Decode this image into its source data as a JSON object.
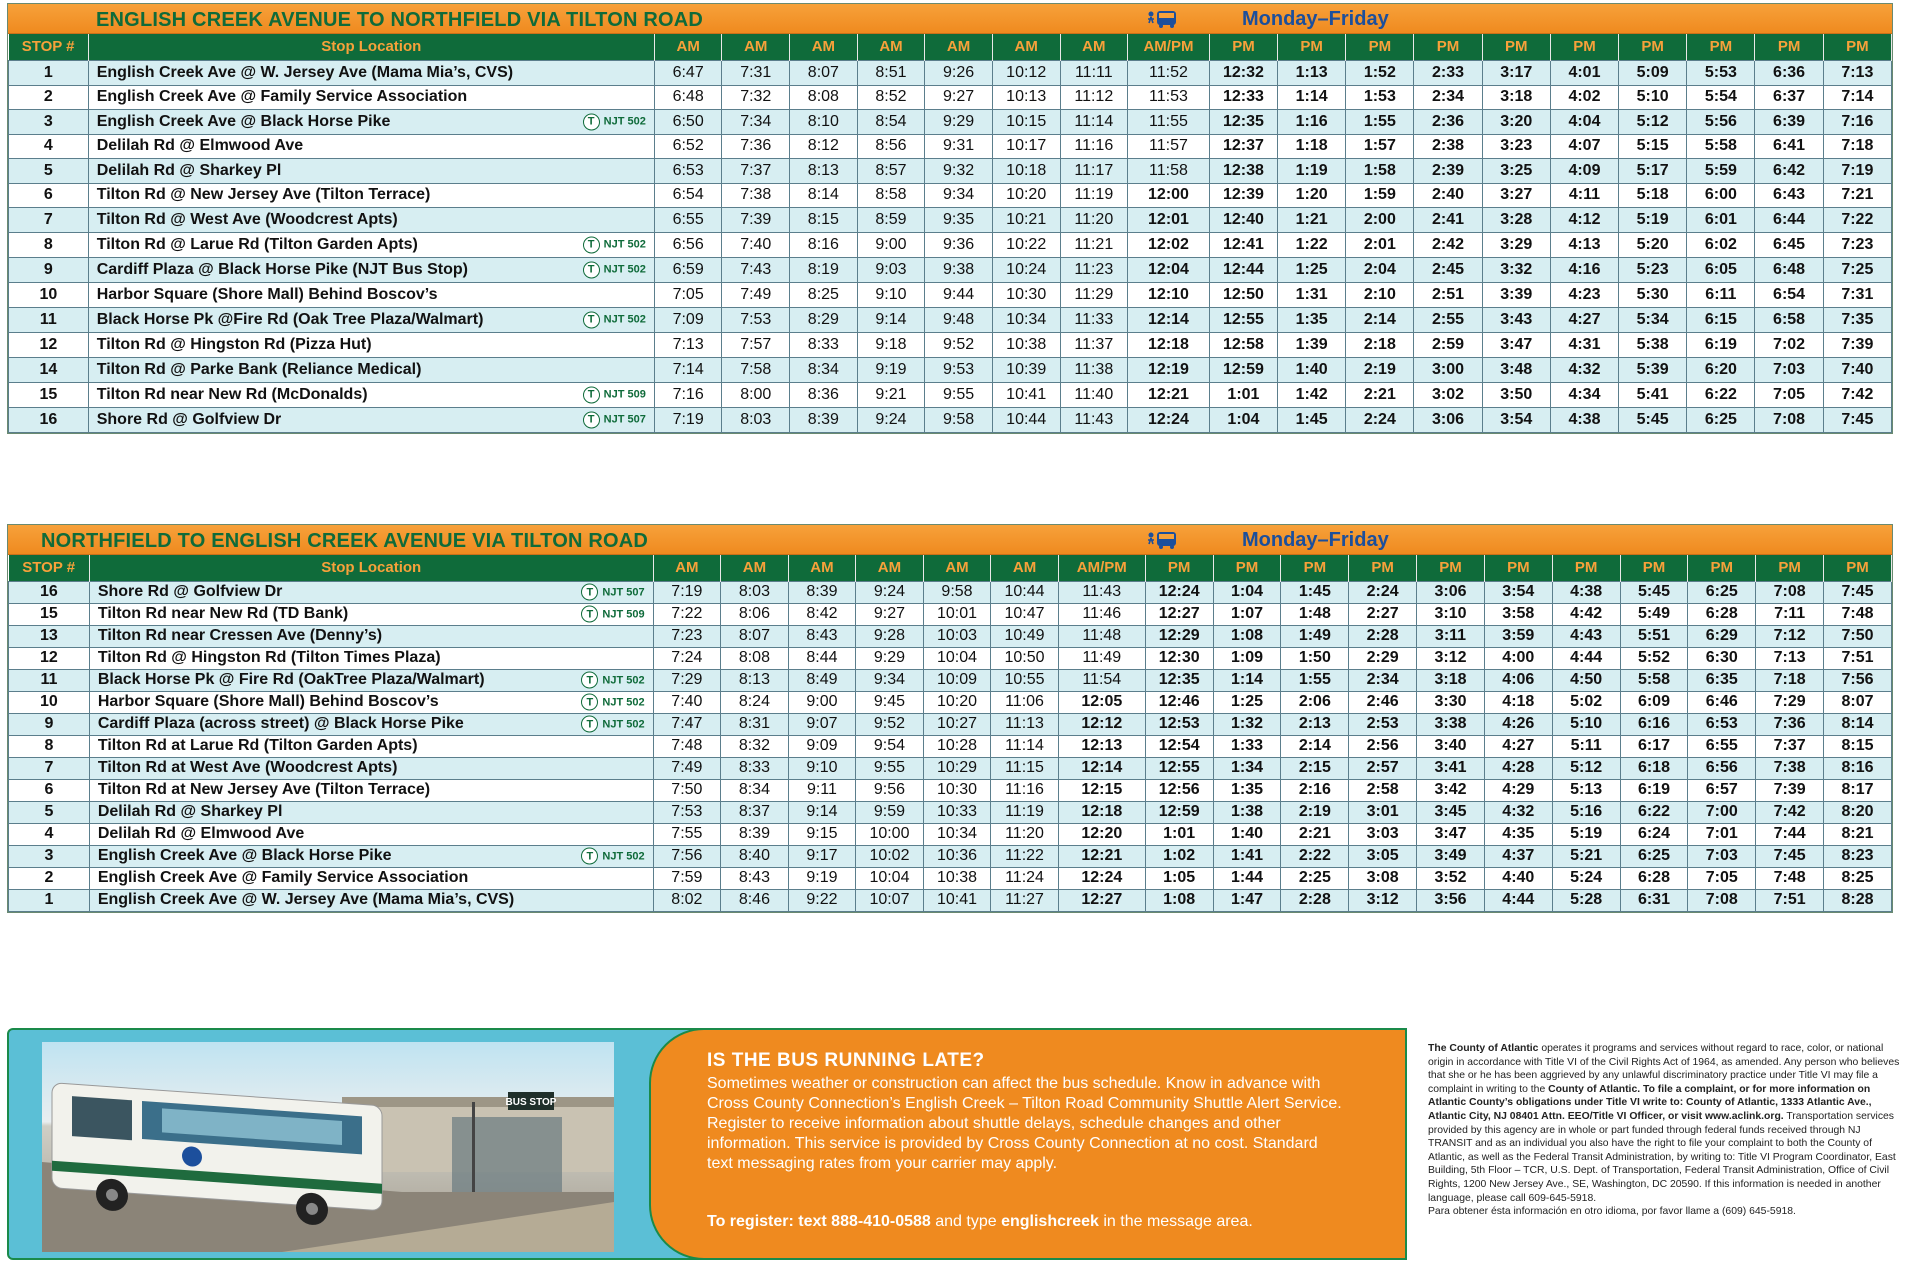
{
  "colors": {
    "orange": "#ef8a1f",
    "green": "#0f6b3a",
    "blue": "#1c4f9c",
    "row_alt": "#d7eef2"
  },
  "schedules": [
    {
      "title": "ENGLISH CREEK AVENUE TO NORTHFIELD VIA TILTON ROAD",
      "days": "Monday–Friday",
      "col_stop": "STOP #",
      "col_loc": "Stop Location",
      "headers": [
        "AM",
        "AM",
        "AM",
        "AM",
        "AM",
        "AM",
        "AM",
        "AM/PM",
        "PM",
        "PM",
        "PM",
        "PM",
        "PM",
        "PM",
        "PM",
        "PM",
        "PM",
        "PM"
      ],
      "rows": [
        {
          "stop": "1",
          "loc": "English Creek Ave @ W. Jersey Ave (Mama Mia’s, CVS)",
          "badge": "",
          "times": [
            "6:47",
            "7:31",
            "8:07",
            "8:51",
            "9:26",
            "10:12",
            "11:11",
            "11:52",
            "12:32",
            "1:13",
            "1:52",
            "2:33",
            "3:17",
            "4:01",
            "5:09",
            "5:53",
            "6:36",
            "7:13"
          ]
        },
        {
          "stop": "2",
          "loc": "English Creek Ave @ Family Service Association",
          "badge": "",
          "times": [
            "6:48",
            "7:32",
            "8:08",
            "8:52",
            "9:27",
            "10:13",
            "11:12",
            "11:53",
            "12:33",
            "1:14",
            "1:53",
            "2:34",
            "3:18",
            "4:02",
            "5:10",
            "5:54",
            "6:37",
            "7:14"
          ]
        },
        {
          "stop": "3",
          "loc": "English Creek Ave @ Black Horse Pike",
          "badge": "NJT 502",
          "times": [
            "6:50",
            "7:34",
            "8:10",
            "8:54",
            "9:29",
            "10:15",
            "11:14",
            "11:55",
            "12:35",
            "1:16",
            "1:55",
            "2:36",
            "3:20",
            "4:04",
            "5:12",
            "5:56",
            "6:39",
            "7:16"
          ]
        },
        {
          "stop": "4",
          "loc": "Delilah Rd @ Elmwood Ave",
          "badge": "",
          "times": [
            "6:52",
            "7:36",
            "8:12",
            "8:56",
            "9:31",
            "10:17",
            "11:16",
            "11:57",
            "12:37",
            "1:18",
            "1:57",
            "2:38",
            "3:23",
            "4:07",
            "5:15",
            "5:58",
            "6:41",
            "7:18"
          ]
        },
        {
          "stop": "5",
          "loc": "Delilah Rd @ Sharkey Pl",
          "badge": "",
          "times": [
            "6:53",
            "7:37",
            "8:13",
            "8:57",
            "9:32",
            "10:18",
            "11:17",
            "11:58",
            "12:38",
            "1:19",
            "1:58",
            "2:39",
            "3:25",
            "4:09",
            "5:17",
            "5:59",
            "6:42",
            "7:19"
          ]
        },
        {
          "stop": "6",
          "loc": "Tilton Rd @ New Jersey Ave (Tilton Terrace)",
          "badge": "",
          "times": [
            "6:54",
            "7:38",
            "8:14",
            "8:58",
            "9:34",
            "10:20",
            "11:19",
            "12:00",
            "12:39",
            "1:20",
            "1:59",
            "2:40",
            "3:27",
            "4:11",
            "5:18",
            "6:00",
            "6:43",
            "7:21"
          ]
        },
        {
          "stop": "7",
          "loc": "Tilton Rd @ West Ave (Woodcrest Apts)",
          "badge": "",
          "times": [
            "6:55",
            "7:39",
            "8:15",
            "8:59",
            "9:35",
            "10:21",
            "11:20",
            "12:01",
            "12:40",
            "1:21",
            "2:00",
            "2:41",
            "3:28",
            "4:12",
            "5:19",
            "6:01",
            "6:44",
            "7:22"
          ]
        },
        {
          "stop": "8",
          "loc": "Tilton Rd @ Larue Rd (Tilton Garden Apts)",
          "badge": "NJT 502",
          "times": [
            "6:56",
            "7:40",
            "8:16",
            "9:00",
            "9:36",
            "10:22",
            "11:21",
            "12:02",
            "12:41",
            "1:22",
            "2:01",
            "2:42",
            "3:29",
            "4:13",
            "5:20",
            "6:02",
            "6:45",
            "7:23"
          ]
        },
        {
          "stop": "9",
          "loc": "Cardiff Plaza @ Black Horse Pike (NJT Bus Stop)",
          "badge": "NJT 502",
          "times": [
            "6:59",
            "7:43",
            "8:19",
            "9:03",
            "9:38",
            "10:24",
            "11:23",
            "12:04",
            "12:44",
            "1:25",
            "2:04",
            "2:45",
            "3:32",
            "4:16",
            "5:23",
            "6:05",
            "6:48",
            "7:25"
          ]
        },
        {
          "stop": "10",
          "loc": "Harbor Square (Shore Mall) Behind Boscov’s",
          "badge": "",
          "times": [
            "7:05",
            "7:49",
            "8:25",
            "9:10",
            "9:44",
            "10:30",
            "11:29",
            "12:10",
            "12:50",
            "1:31",
            "2:10",
            "2:51",
            "3:39",
            "4:23",
            "5:30",
            "6:11",
            "6:54",
            "7:31"
          ]
        },
        {
          "stop": "11",
          "loc": "Black Horse Pk @Fire Rd (Oak Tree Plaza/Walmart)",
          "badge": "NJT 502",
          "times": [
            "7:09",
            "7:53",
            "8:29",
            "9:14",
            "9:48",
            "10:34",
            "11:33",
            "12:14",
            "12:55",
            "1:35",
            "2:14",
            "2:55",
            "3:43",
            "4:27",
            "5:34",
            "6:15",
            "6:58",
            "7:35"
          ]
        },
        {
          "stop": "12",
          "loc": "Tilton Rd @ Hingston Rd (Pizza Hut)",
          "badge": "",
          "times": [
            "7:13",
            "7:57",
            "8:33",
            "9:18",
            "9:52",
            "10:38",
            "11:37",
            "12:18",
            "12:58",
            "1:39",
            "2:18",
            "2:59",
            "3:47",
            "4:31",
            "5:38",
            "6:19",
            "7:02",
            "7:39"
          ]
        },
        {
          "stop": "14",
          "loc": "Tilton Rd @ Parke Bank (Reliance Medical)",
          "badge": "",
          "times": [
            "7:14",
            "7:58",
            "8:34",
            "9:19",
            "9:53",
            "10:39",
            "11:38",
            "12:19",
            "12:59",
            "1:40",
            "2:19",
            "3:00",
            "3:48",
            "4:32",
            "5:39",
            "6:20",
            "7:03",
            "7:40"
          ]
        },
        {
          "stop": "15",
          "loc": "Tilton Rd near New Rd (McDonalds)",
          "badge": "NJT 509",
          "times": [
            "7:16",
            "8:00",
            "8:36",
            "9:21",
            "9:55",
            "10:41",
            "11:40",
            "12:21",
            "1:01",
            "1:42",
            "2:21",
            "3:02",
            "3:50",
            "4:34",
            "5:41",
            "6:22",
            "7:05",
            "7:42"
          ]
        },
        {
          "stop": "16",
          "loc": "Shore Rd @ Golfview Dr",
          "badge": "NJT 507",
          "times": [
            "7:19",
            "8:03",
            "8:39",
            "9:24",
            "9:58",
            "10:44",
            "11:43",
            "12:24",
            "1:04",
            "1:45",
            "2:24",
            "3:06",
            "3:54",
            "4:38",
            "5:45",
            "6:25",
            "7:08",
            "7:45"
          ]
        }
      ]
    },
    {
      "title": "NORTHFIELD TO ENGLISH CREEK AVENUE VIA TILTON ROAD",
      "days": "Monday–Friday",
      "col_stop": "STOP #",
      "col_loc": "Stop Location",
      "headers": [
        "AM",
        "AM",
        "AM",
        "AM",
        "AM",
        "AM",
        "AM/PM",
        "PM",
        "PM",
        "PM",
        "PM",
        "PM",
        "PM",
        "PM",
        "PM",
        "PM",
        "PM",
        "PM"
      ],
      "rows": [
        {
          "stop": "16",
          "loc": "Shore Rd @ Golfview Dr",
          "badge": "NJT 507",
          "times": [
            "7:19",
            "8:03",
            "8:39",
            "9:24",
            "9:58",
            "10:44",
            "11:43",
            "12:24",
            "1:04",
            "1:45",
            "2:24",
            "3:06",
            "3:54",
            "4:38",
            "5:45",
            "6:25",
            "7:08",
            "7:45"
          ]
        },
        {
          "stop": "15",
          "loc": "Tilton Rd near New Rd (TD Bank)",
          "badge": "NJT 509",
          "times": [
            "7:22",
            "8:06",
            "8:42",
            "9:27",
            "10:01",
            "10:47",
            "11:46",
            "12:27",
            "1:07",
            "1:48",
            "2:27",
            "3:10",
            "3:58",
            "4:42",
            "5:49",
            "6:28",
            "7:11",
            "7:48"
          ]
        },
        {
          "stop": "13",
          "loc": "Tilton Rd near Cressen Ave (Denny’s)",
          "badge": "",
          "times": [
            "7:23",
            "8:07",
            "8:43",
            "9:28",
            "10:03",
            "10:49",
            "11:48",
            "12:29",
            "1:08",
            "1:49",
            "2:28",
            "3:11",
            "3:59",
            "4:43",
            "5:51",
            "6:29",
            "7:12",
            "7:50"
          ]
        },
        {
          "stop": "12",
          "loc": "Tilton Rd @ Hingston Rd (Tilton Times Plaza)",
          "badge": "",
          "times": [
            "7:24",
            "8:08",
            "8:44",
            "9:29",
            "10:04",
            "10:50",
            "11:49",
            "12:30",
            "1:09",
            "1:50",
            "2:29",
            "3:12",
            "4:00",
            "4:44",
            "5:52",
            "6:30",
            "7:13",
            "7:51"
          ]
        },
        {
          "stop": "11",
          "loc": "Black Horse Pk @ Fire Rd (OakTree Plaza/Walmart)",
          "badge": "NJT 502",
          "times": [
            "7:29",
            "8:13",
            "8:49",
            "9:34",
            "10:09",
            "10:55",
            "11:54",
            "12:35",
            "1:14",
            "1:55",
            "2:34",
            "3:18",
            "4:06",
            "4:50",
            "5:58",
            "6:35",
            "7:18",
            "7:56"
          ]
        },
        {
          "stop": "10",
          "loc": "Harbor Square (Shore Mall) Behind Boscov’s",
          "badge": "NJT 502",
          "times": [
            "7:40",
            "8:24",
            "9:00",
            "9:45",
            "10:20",
            "11:06",
            "12:05",
            "12:46",
            "1:25",
            "2:06",
            "2:46",
            "3:30",
            "4:18",
            "5:02",
            "6:09",
            "6:46",
            "7:29",
            "8:07"
          ]
        },
        {
          "stop": "9",
          "loc": "Cardiff Plaza (across street) @ Black Horse Pike",
          "badge": "NJT 502",
          "times": [
            "7:47",
            "8:31",
            "9:07",
            "9:52",
            "10:27",
            "11:13",
            "12:12",
            "12:53",
            "1:32",
            "2:13",
            "2:53",
            "3:38",
            "4:26",
            "5:10",
            "6:16",
            "6:53",
            "7:36",
            "8:14"
          ]
        },
        {
          "stop": "8",
          "loc": "Tilton Rd at Larue Rd (Tilton Garden Apts)",
          "badge": "",
          "times": [
            "7:48",
            "8:32",
            "9:09",
            "9:54",
            "10:28",
            "11:14",
            "12:13",
            "12:54",
            "1:33",
            "2:14",
            "2:56",
            "3:40",
            "4:27",
            "5:11",
            "6:17",
            "6:55",
            "7:37",
            "8:15"
          ]
        },
        {
          "stop": "7",
          "loc": "Tilton Rd at West Ave (Woodcrest Apts)",
          "badge": "",
          "times": [
            "7:49",
            "8:33",
            "9:10",
            "9:55",
            "10:29",
            "11:15",
            "12:14",
            "12:55",
            "1:34",
            "2:15",
            "2:57",
            "3:41",
            "4:28",
            "5:12",
            "6:18",
            "6:56",
            "7:38",
            "8:16"
          ]
        },
        {
          "stop": "6",
          "loc": "Tilton Rd at New Jersey Ave (Tilton Terrace)",
          "badge": "",
          "times": [
            "7:50",
            "8:34",
            "9:11",
            "9:56",
            "10:30",
            "11:16",
            "12:15",
            "12:56",
            "1:35",
            "2:16",
            "2:58",
            "3:42",
            "4:29",
            "5:13",
            "6:19",
            "6:57",
            "7:39",
            "8:17"
          ]
        },
        {
          "stop": "5",
          "loc": "Delilah Rd @ Sharkey Pl",
          "badge": "",
          "times": [
            "7:53",
            "8:37",
            "9:14",
            "9:59",
            "10:33",
            "11:19",
            "12:18",
            "12:59",
            "1:38",
            "2:19",
            "3:01",
            "3:45",
            "4:32",
            "5:16",
            "6:22",
            "7:00",
            "7:42",
            "8:20"
          ]
        },
        {
          "stop": "4",
          "loc": "Delilah Rd @ Elmwood Ave",
          "badge": "",
          "times": [
            "7:55",
            "8:39",
            "9:15",
            "10:00",
            "10:34",
            "11:20",
            "12:20",
            "1:01",
            "1:40",
            "2:21",
            "3:03",
            "3:47",
            "4:35",
            "5:19",
            "6:24",
            "7:01",
            "7:44",
            "8:21"
          ]
        },
        {
          "stop": "3",
          "loc": "English Creek Ave @ Black Horse Pike",
          "badge": "NJT 502",
          "times": [
            "7:56",
            "8:40",
            "9:17",
            "10:02",
            "10:36",
            "11:22",
            "12:21",
            "1:02",
            "1:41",
            "2:22",
            "3:05",
            "3:49",
            "4:37",
            "5:21",
            "6:25",
            "7:03",
            "7:45",
            "8:23"
          ]
        },
        {
          "stop": "2",
          "loc": "English Creek Ave @ Family Service Association",
          "badge": "",
          "times": [
            "7:59",
            "8:43",
            "9:19",
            "10:04",
            "10:38",
            "11:24",
            "12:24",
            "1:05",
            "1:44",
            "2:25",
            "3:08",
            "3:52",
            "4:40",
            "5:24",
            "6:28",
            "7:05",
            "7:48",
            "8:25"
          ]
        },
        {
          "stop": "1",
          "loc": "English Creek Ave @ W. Jersey Ave (Mama Mia’s, CVS)",
          "badge": "",
          "times": [
            "8:02",
            "8:46",
            "9:22",
            "10:07",
            "10:41",
            "11:27",
            "12:27",
            "1:08",
            "1:47",
            "2:28",
            "3:12",
            "3:56",
            "4:44",
            "5:28",
            "6:31",
            "7:08",
            "7:51",
            "8:28"
          ]
        }
      ]
    }
  ],
  "alert": {
    "heading": "IS THE BUS RUNNING LATE?",
    "body": "Sometimes weather or construction can affect the bus schedule. Know in advance with Cross County Connection’s English Creek – Tilton Road Community Shuttle Alert Service. Register to receive information about shuttle delays, schedule changes and other information.  This service is provided by Cross County Connection at no cost. Standard text messaging rates from your carrier may apply.",
    "reg_prefix": "To register: text 888-410-0588",
    "reg_mid": " and type ",
    "reg_keyword": "englishcreek",
    "reg_suffix": " in the message area."
  },
  "photo": {
    "sign_text": "BUS STOP"
  },
  "legal": {
    "p1_bold": "The County of Atlantic",
    "p1": " operates it programs and services without regard to race, color, or national origin in accordance with Title VI of the Civil Rights Act of 1964, as amended. Any person who believes that she or he has been aggrieved by any unlawful discriminatory practice under Title VI may file a complaint in writing to the ",
    "p1_bold2": "County of Atlantic.  To file a complaint, or for more information on Atlantic County’s obligations under Title VI write to: County of Atlantic, 1333 Atlantic Ave., Atlantic City, NJ 08401 Attn. EEO/Title VI Officer, or visit www.aclink.org.",
    "p2": " Transportation services provided by this agency are in whole or part funded through federal funds received through NJ TRANSIT and as an individual you also have the right to file your complaint to both the County of Atlantic, as well as the Federal Transit Administration, by writing to: Title VI Program Coordinator, East Building, 5th Floor – TCR, U.S. Dept. of Transportation, Federal Transit Administration, Office of Civil Rights, 1200 New Jersey Ave., SE, Washington, DC 20590. If this information is needed in another language, please call 609-645-5918.",
    "p3": "Para obtener ésta información en otro idioma, por favor llame a (609) 645-5918."
  }
}
